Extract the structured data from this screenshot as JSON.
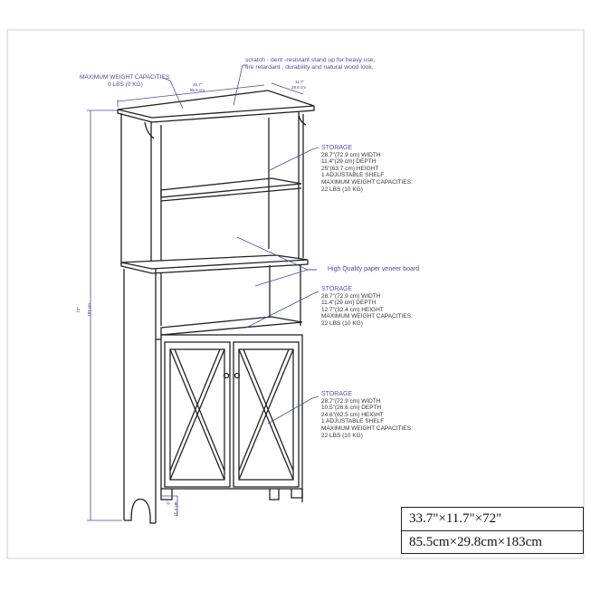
{
  "top_notes": {
    "max_weight_title": "MAXIMUM WEIGHT CAPACITIES:",
    "max_weight_value": "0 LBS (0 KG)",
    "surface_line1": "scratch - dent -resistant stand up for heavy use,",
    "surface_line2": "fire retardant , durability and natural wood look."
  },
  "dimensions": {
    "width_in": "33.7\"",
    "width_cm": "85.5 cm",
    "depth_in": "11.7\"",
    "depth_cm": "29.8 cm",
    "height_in": "72\"",
    "height_cm": "183 cm",
    "leg_in": "6\"",
    "leg_cm": "15.4 cm"
  },
  "veneer_note": "High Quality paper veneer board",
  "storage": [
    {
      "title": "STORAGE",
      "lines": [
        "28.7\"(72.9 cm) WIDTH",
        "11.4\"(29 cm) DEPTH",
        "25\"(63.7 cm) HEIGHT",
        "1 ADJUSTABLE SHELF",
        "MAXIMUM WEIGHT CAPACITIES:",
        "22 LBS (10 KG)"
      ]
    },
    {
      "title": "STORAGE",
      "lines": [
        "28.7\"(72.9 cm) WIDTH",
        "11.4\"(29 cm) DEPTH",
        "12.7\"(32.4 cm) HEIGHT",
        "MAXIMUM WEIGHT CAPACITIES:",
        "22 LBS (10 KG)"
      ]
    },
    {
      "title": "STORAGE",
      "lines": [
        "28.7\"(72.9 cm) WIDTH",
        "10.5\"(26.6 cm) DEPTH",
        "24.6\"(62.5 cm) HEIGHT",
        "1 ADJUSTABLE SHELF",
        "MAXIMUM WEIGHT CAPACITIES:",
        "22 LBS (10 KG)"
      ]
    }
  ],
  "size_box": {
    "imperial": "33.7\"×11.7\"×72\"",
    "metric": "85.5cm×29.8cm×183cm"
  },
  "colors": {
    "annotation": "#4a4aa8",
    "line": "#222222"
  }
}
